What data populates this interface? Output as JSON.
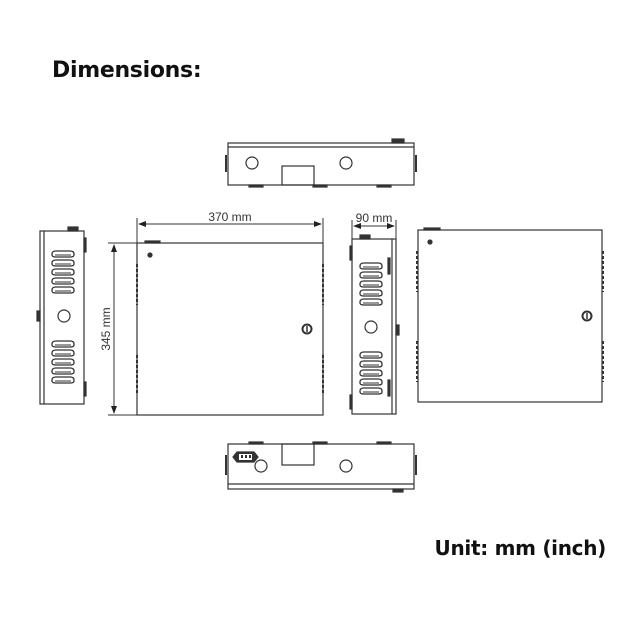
{
  "header": {
    "title": "Dimensions:"
  },
  "footer": {
    "unit_label": "Unit: mm (inch)"
  },
  "dimensions": {
    "width_label": "370 mm",
    "height_label": "345 mm",
    "depth_label": "90 mm"
  },
  "views": [
    {
      "name": "top-view"
    },
    {
      "name": "left-side-view"
    },
    {
      "name": "front-view"
    },
    {
      "name": "right-side-view"
    },
    {
      "name": "back-view"
    },
    {
      "name": "bottom-view"
    }
  ],
  "colors": {
    "line": "#333333",
    "text": "#111111"
  }
}
